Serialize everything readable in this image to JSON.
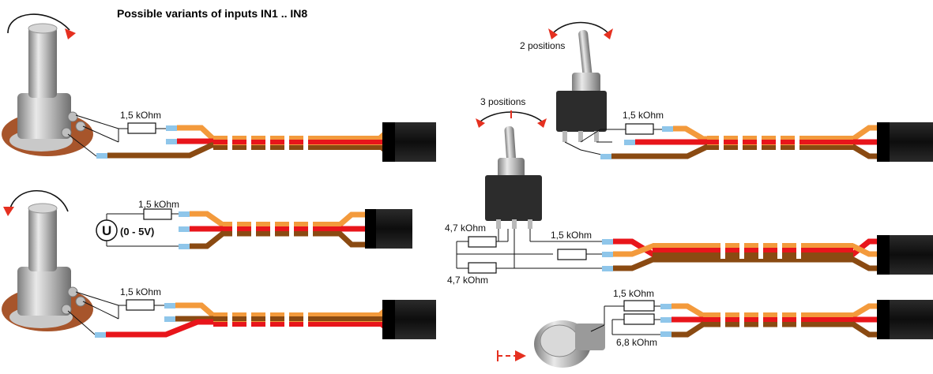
{
  "title": "Possible variants of inputs IN1 .. IN8",
  "labels": {
    "pot1_resistor": "1,5 kOhm",
    "voltage_resistor": "1,5 kOhm",
    "voltage_symbol": "U",
    "voltage_range": "(0 - 5V)",
    "pot2_resistor": "1,5 kOhm",
    "switch2_positions": "2 positions",
    "switch2_resistor": "1,5 kOhm",
    "switch3_positions": "3 positions",
    "switch3_resistor_top": "4,7 kOhm",
    "switch3_resistor_main": "1,5 kOhm",
    "switch3_resistor_bottom": "4,7 kOhm",
    "button_resistor_top": "1,5 kOhm",
    "button_resistor_bottom": "6,8 kOhm"
  },
  "colors": {
    "wire_orange": "#f39a3c",
    "wire_red": "#e8151b",
    "wire_brown": "#8a4a12",
    "arrow_red": "#e53020",
    "connector": "#151515",
    "pin_blue": "#8fc6ea"
  },
  "icons": [
    "potentiometer",
    "rotation-arrow-icon",
    "toggle-switch-2pos",
    "toggle-switch-3pos",
    "push-button",
    "servo-connector",
    "resistor-symbol",
    "voltage-source-symbol"
  ]
}
